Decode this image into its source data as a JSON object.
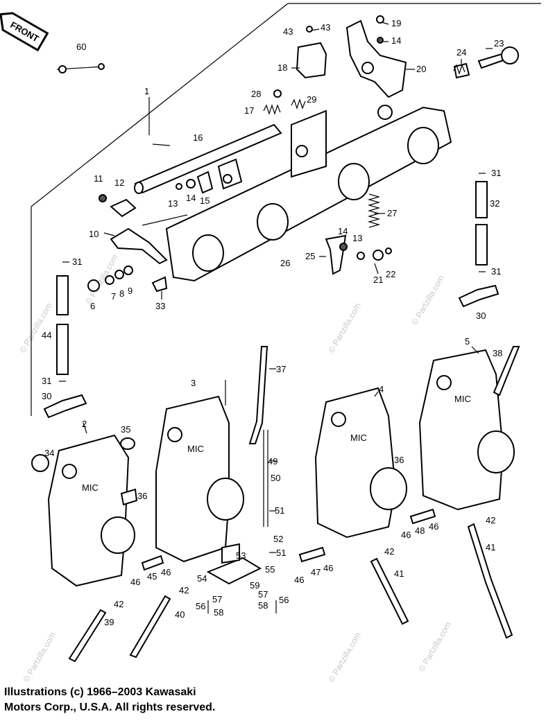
{
  "front_tag": "FRONT",
  "watermark": "© Partzilla.com",
  "copyright": {
    "line1": "Illustrations (c) 1966–2003 Kawasaki",
    "line2": "Motors Corp., U.S.A.  All rights reserved."
  },
  "carb_badge": "MIC",
  "callouts": [
    "60",
    "1",
    "43",
    "43",
    "19",
    "14",
    "18",
    "20",
    "23",
    "24",
    "28",
    "29",
    "17",
    "16",
    "11",
    "12",
    "13",
    "14",
    "15",
    "10",
    "31",
    "6",
    "7",
    "8",
    "9",
    "33",
    "27",
    "14",
    "13",
    "25",
    "26",
    "21",
    "22",
    "31",
    "32",
    "31",
    "30",
    "44",
    "31",
    "30",
    "2",
    "35",
    "34",
    "36",
    "46",
    "45",
    "46",
    "42",
    "39",
    "40",
    "42",
    "3",
    "37",
    "49",
    "50",
    "51",
    "52",
    "51",
    "53",
    "55",
    "54",
    "59",
    "57",
    "57",
    "56",
    "58",
    "58",
    "56",
    "46",
    "47",
    "46",
    "41",
    "42",
    "4",
    "36",
    "46",
    "48",
    "46",
    "42",
    "41",
    "5",
    "38"
  ]
}
